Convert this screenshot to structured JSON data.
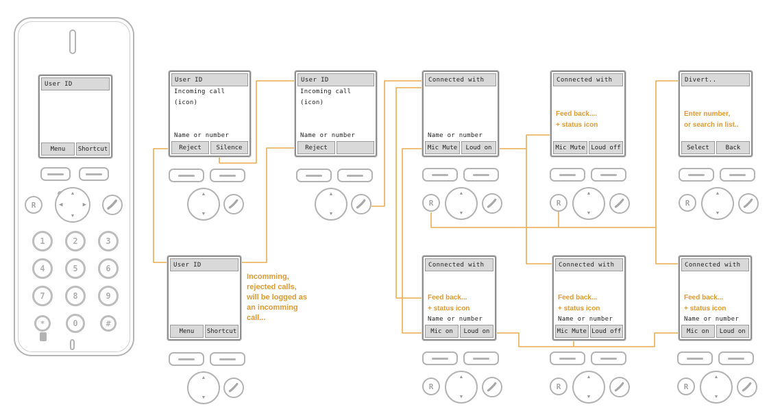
{
  "colors": {
    "accent_text": "#DE992F",
    "wire": "#E9AC4F",
    "outline_gray": "#b3b3b3",
    "bar_gray": "#d9d9d9"
  },
  "handset": {
    "screen_header": "User ID",
    "softkeys": [
      "Menu",
      "Shortcut"
    ],
    "keypad": [
      [
        "1",
        "2",
        "3"
      ],
      [
        "4",
        "5",
        "6"
      ],
      [
        "7",
        "8",
        "9"
      ],
      [
        "*",
        "0",
        "#"
      ]
    ]
  },
  "controls": {
    "r_label": "R"
  },
  "screens": [
    {
      "name": "screen-incoming-call-ringing",
      "header": "User ID",
      "body": [
        "Incoming call",
        "(icon)",
        "",
        "",
        "Name or number"
      ],
      "softkeys": [
        "Reject",
        "Silence"
      ]
    },
    {
      "name": "screen-incoming-call-silenced",
      "header": "User ID",
      "body": [
        "Incoming call",
        "(icon)",
        "",
        "",
        "Name or number"
      ],
      "softkeys": [
        "Reject",
        ""
      ]
    },
    {
      "name": "screen-connected",
      "header": "Connected with",
      "body": [
        "",
        "",
        "",
        "",
        "Name or number"
      ],
      "softkeys": [
        "Mic Mute",
        "Loud on"
      ]
    },
    {
      "name": "screen-connected-loud-feedback",
      "header": "Connected with",
      "body": [
        "",
        "",
        {
          "t": "Feed back....",
          "accent": true
        },
        {
          "t": "+ status icon",
          "accent": true
        },
        ""
      ],
      "softkeys": [
        "Mic Mute",
        "Loud off"
      ]
    },
    {
      "name": "screen-divert",
      "header": "Divert..",
      "body": [
        "",
        "",
        {
          "t": "Enter number,",
          "accent": true
        },
        {
          "t": "or search in list..",
          "accent": true
        },
        ""
      ],
      "softkeys": [
        "Select",
        "Back"
      ]
    },
    {
      "name": "screen-idle",
      "header": "User ID",
      "body": [
        "",
        "",
        "",
        "",
        ""
      ],
      "softkeys": [
        "Menu",
        "Shortcut"
      ]
    },
    {
      "name": "screen-connected-mic-muted",
      "header": "Connected with",
      "body": [
        "",
        "",
        {
          "t": "Feed back...",
          "accent": true
        },
        {
          "t": "+ status icon",
          "accent": true
        },
        "Name or number"
      ],
      "softkeys": [
        "Mic on",
        "Loud on"
      ]
    },
    {
      "name": "screen-connected-loudspeaker",
      "header": "Connected with",
      "body": [
        "",
        "",
        {
          "t": "Feed back...",
          "accent": true
        },
        {
          "t": "+ status icon",
          "accent": true
        },
        "Name or number"
      ],
      "softkeys": [
        "Mic Mute",
        "Loud off"
      ]
    },
    {
      "name": "screen-connected-resumed",
      "header": "Connected with",
      "body": [
        "",
        "",
        {
          "t": "Feed back...",
          "accent": true
        },
        {
          "t": "+ status icon",
          "accent": true
        },
        "Name or number"
      ],
      "softkeys": [
        "Mic on",
        "Loud on"
      ]
    }
  ],
  "annotation": {
    "text": "Incomming,\nrejected calls,\nwill be logged as\nan incomming\ncall..."
  }
}
